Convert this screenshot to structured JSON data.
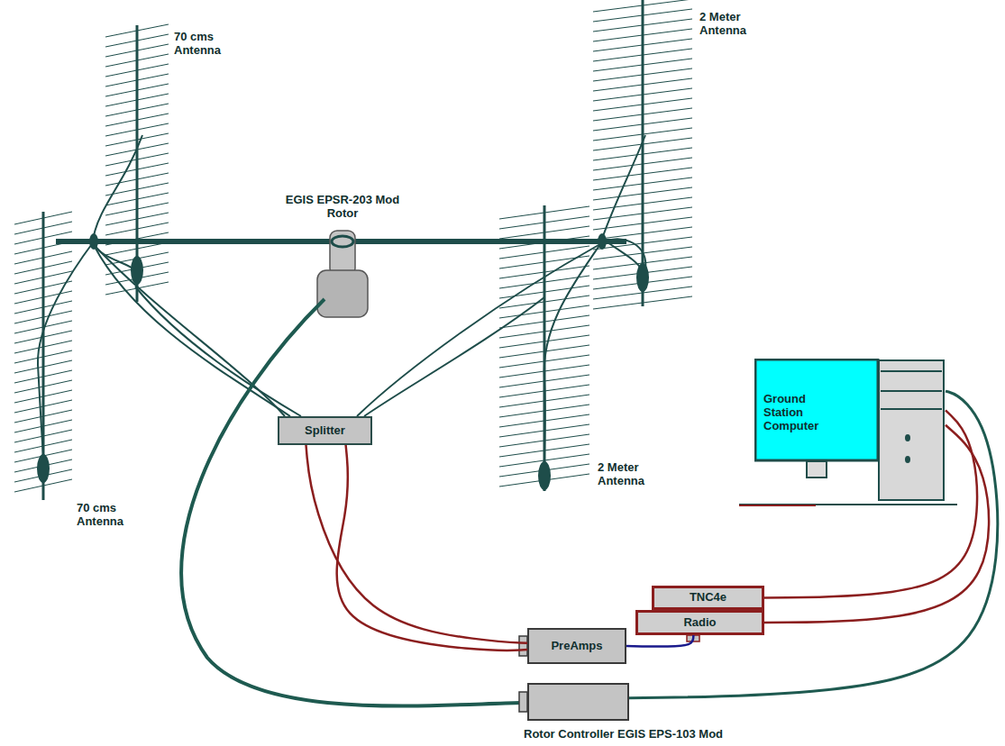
{
  "diagram": {
    "nodes": [
      {
        "text": [
          "Splitter"
        ]
      },
      {
        "text": [
          "Ground Station Computer"
        ]
      },
      {
        "text": [
          "TNC4e"
        ]
      },
      {
        "text": [
          "Radio"
        ]
      },
      {
        "text": [
          "PreAmps"
        ]
      },
      {
        "text": [
          "Rotor Controller EGIS EPS-103 Mod"
        ]
      }
    ],
    "edges": [
      {
        "from": 0,
        "to": 4,
        "arrow": "none"
      },
      {
        "from": 0,
        "to": 4,
        "arrow": "none"
      },
      {
        "from": 4,
        "to": 3,
        "arrow": "none"
      },
      {
        "from": 2,
        "to": 1,
        "arrow": "none"
      },
      {
        "from": 3,
        "to": 1,
        "arrow": "none"
      },
      {
        "from": 5,
        "to": 1,
        "arrow": "none"
      }
    ],
    "labels": [
      "2 Meter Antenna",
      "70 cms Antenna",
      "EGIS EPSR-203 Mod Rotor",
      "2 Meter Antenna",
      "70 cms Antenna"
    ]
  }
}
